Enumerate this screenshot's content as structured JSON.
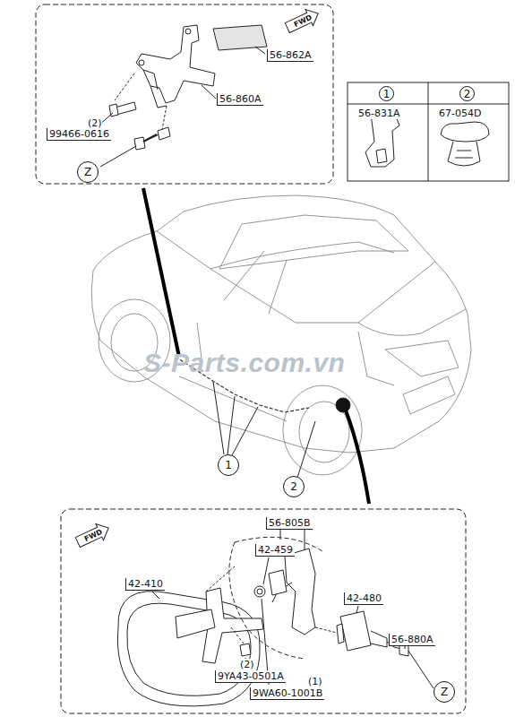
{
  "diagram": {
    "nodes": [
      {
        "text": [
          "FWD"
        ]
      },
      {
        "text": [
          "Z"
        ]
      },
      {
        "text": [
          "1"
        ]
      },
      {
        "text": [
          "2"
        ]
      },
      {
        "text": [
          "1"
        ]
      },
      {
        "text": [
          "2"
        ]
      },
      {
        "text": [
          "FWD"
        ]
      },
      {
        "text": [
          "Z"
        ]
      }
    ],
    "labels": [
      "56-862A",
      "56-860A",
      "(2)",
      "99466-0616",
      "56-831A",
      "67-054D",
      "S-Parts.com.vn",
      "56-805B",
      "42-459",
      "42-410",
      "42-480",
      "56-880A",
      "(2)",
      "9YA43-0501A",
      "(1)",
      "9WA60-1001B"
    ]
  }
}
